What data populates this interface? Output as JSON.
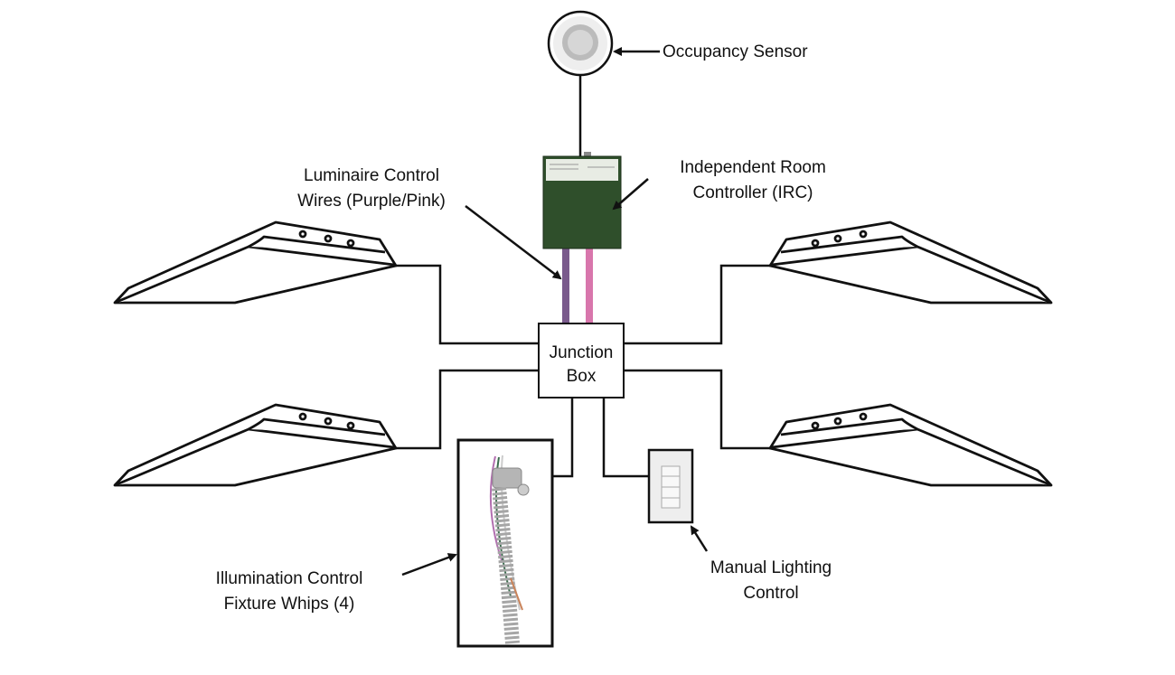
{
  "labels": {
    "occupancy_sensor": "Occupancy Sensor",
    "luminaire_wires": [
      "Luminaire Control",
      "Wires (Purple/Pink)"
    ],
    "irc": [
      "Independent Room",
      "Controller (IRC)"
    ],
    "junction_box": [
      "Junction",
      "Box"
    ],
    "fixture_whips": [
      "Illumination Control",
      "Fixture Whips (4)"
    ],
    "manual_control": [
      "Manual Lighting",
      "Control"
    ]
  },
  "colors": {
    "irc_green": "#2f4f2b",
    "purple_wire": "#7a5a8c",
    "pink_wire": "#d876ac"
  }
}
